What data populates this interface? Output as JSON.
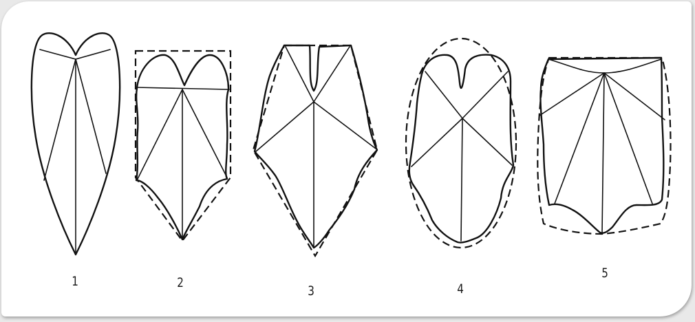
{
  "figure": {
    "labels": [
      "1",
      "2",
      "3",
      "4",
      "5"
    ]
  }
}
